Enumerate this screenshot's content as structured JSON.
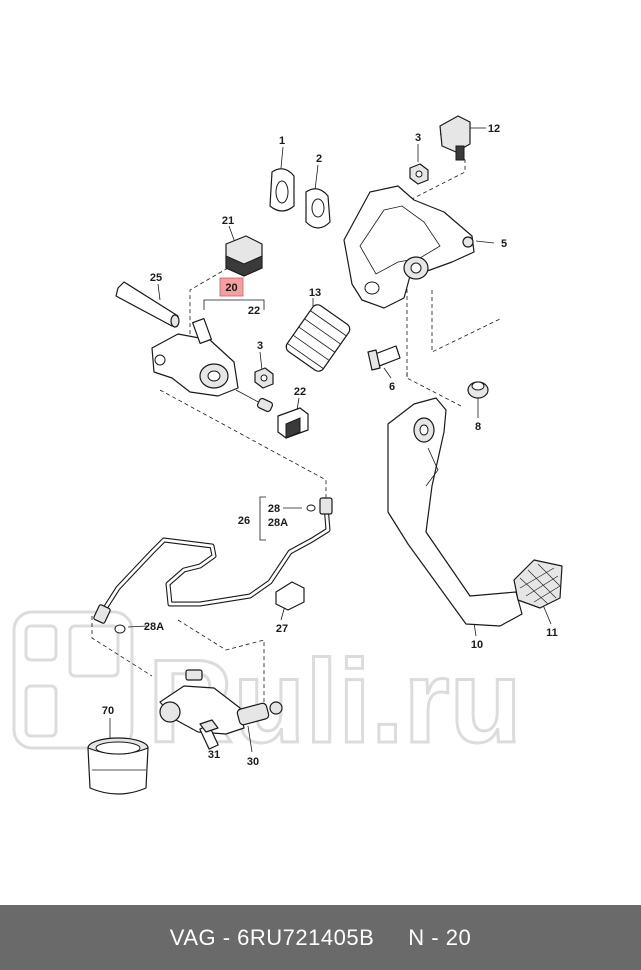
{
  "diagram": {
    "highlighted_label": "20",
    "labels": {
      "l1": "1",
      "l2": "2",
      "l3a": "3",
      "l12": "12",
      "l5": "5",
      "l21": "21",
      "l25": "25",
      "l22a": "22",
      "l13": "13",
      "l3b": "3",
      "l6": "6",
      "l22b": "22",
      "l8": "8",
      "l28": "28",
      "l26": "26",
      "l28a1": "28A",
      "l28a2": "28A",
      "l27": "27",
      "l10": "10",
      "l11": "11",
      "l70": "70",
      "l31": "31",
      "l30": "30"
    }
  },
  "watermark": {
    "text": "Ruli.ru"
  },
  "footer": {
    "brand": "VAG",
    "part_number": "6RU721405B",
    "position": "N - 20"
  },
  "colors": {
    "highlight": "#f5a0a0",
    "footer_bg": "#6a6a6a"
  }
}
